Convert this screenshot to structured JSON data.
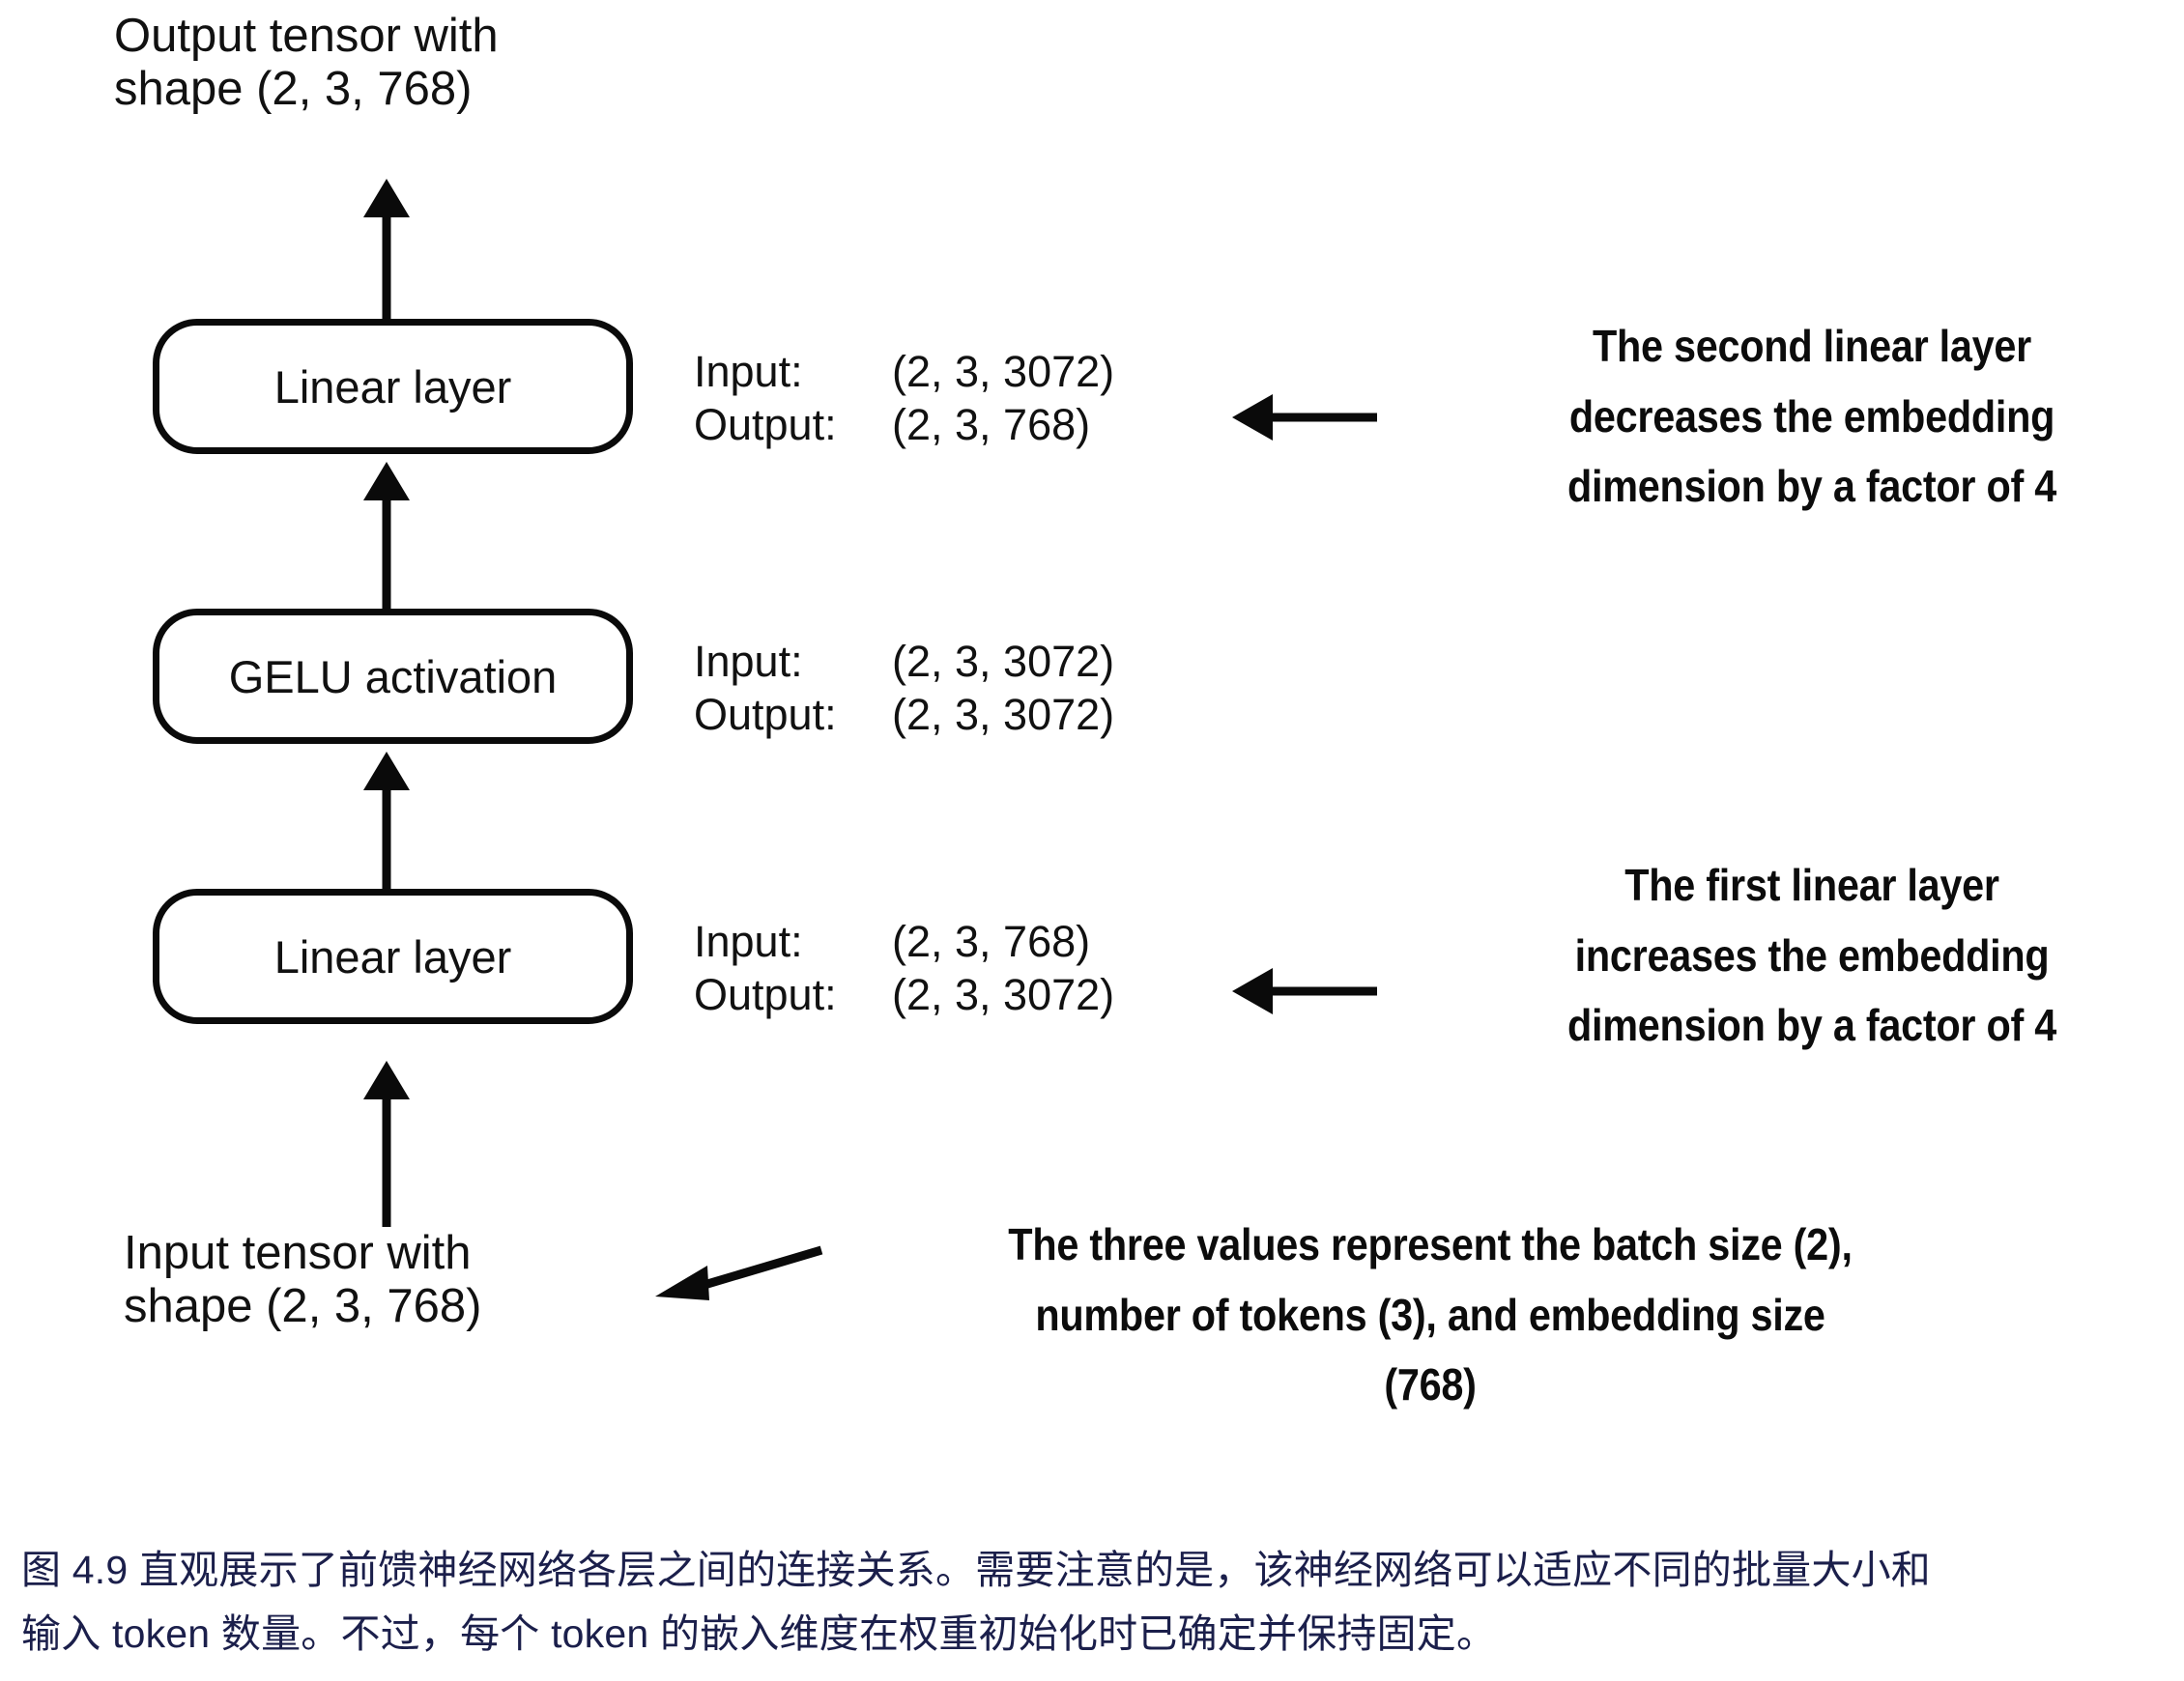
{
  "figure": {
    "top_label": "Output tensor with\nshape (2, 3, 768)",
    "bottom_label": "Input tensor with\nshape (2, 3, 768)"
  },
  "nodes": [
    {
      "id": "linear-2",
      "label": "Linear layer"
    },
    {
      "id": "gelu",
      "label": "GELU activation"
    },
    {
      "id": "linear-1",
      "label": "Linear layer"
    }
  ],
  "io_specs": [
    {
      "for": "linear-2",
      "input_key": "Input:",
      "input_value": "(2, 3, 3072)",
      "output_key": "Output:",
      "output_value": "(2, 3, 768)"
    },
    {
      "for": "gelu",
      "input_key": "Input:",
      "input_value": "(2, 3, 3072)",
      "output_key": "Output:",
      "output_value": "(2, 3, 3072)"
    },
    {
      "for": "linear-1",
      "input_key": "Input:",
      "input_value": "(2, 3, 768)",
      "output_key": "Output:",
      "output_value": "(2, 3, 3072)"
    }
  ],
  "annotations": [
    {
      "id": "second-linear",
      "lines": [
        "The second linear layer",
        "decreases the embedding",
        "dimension by a factor of 4"
      ]
    },
    {
      "id": "first-linear",
      "lines": [
        "The first linear layer",
        "increases the embedding",
        "dimension by a factor of 4"
      ]
    },
    {
      "id": "three-values",
      "lines": [
        "The three values represent the batch size (2),",
        "number of tokens (3), and embedding size",
        "(768)"
      ]
    }
  ],
  "caption": {
    "line1": "图 4.9 直观展示了前馈神经网络各层之间的连接关系。需要注意的是，该神经网络可以适应不同的批量大小和",
    "line2": "输入 token 数量。不过，每个 token 的嵌入维度在权重初始化时已确定并保持固定。"
  },
  "colors": {
    "ink": "#0a0a0a",
    "text": "#111111",
    "caption": "#1b1f4b",
    "background": "#ffffff"
  }
}
